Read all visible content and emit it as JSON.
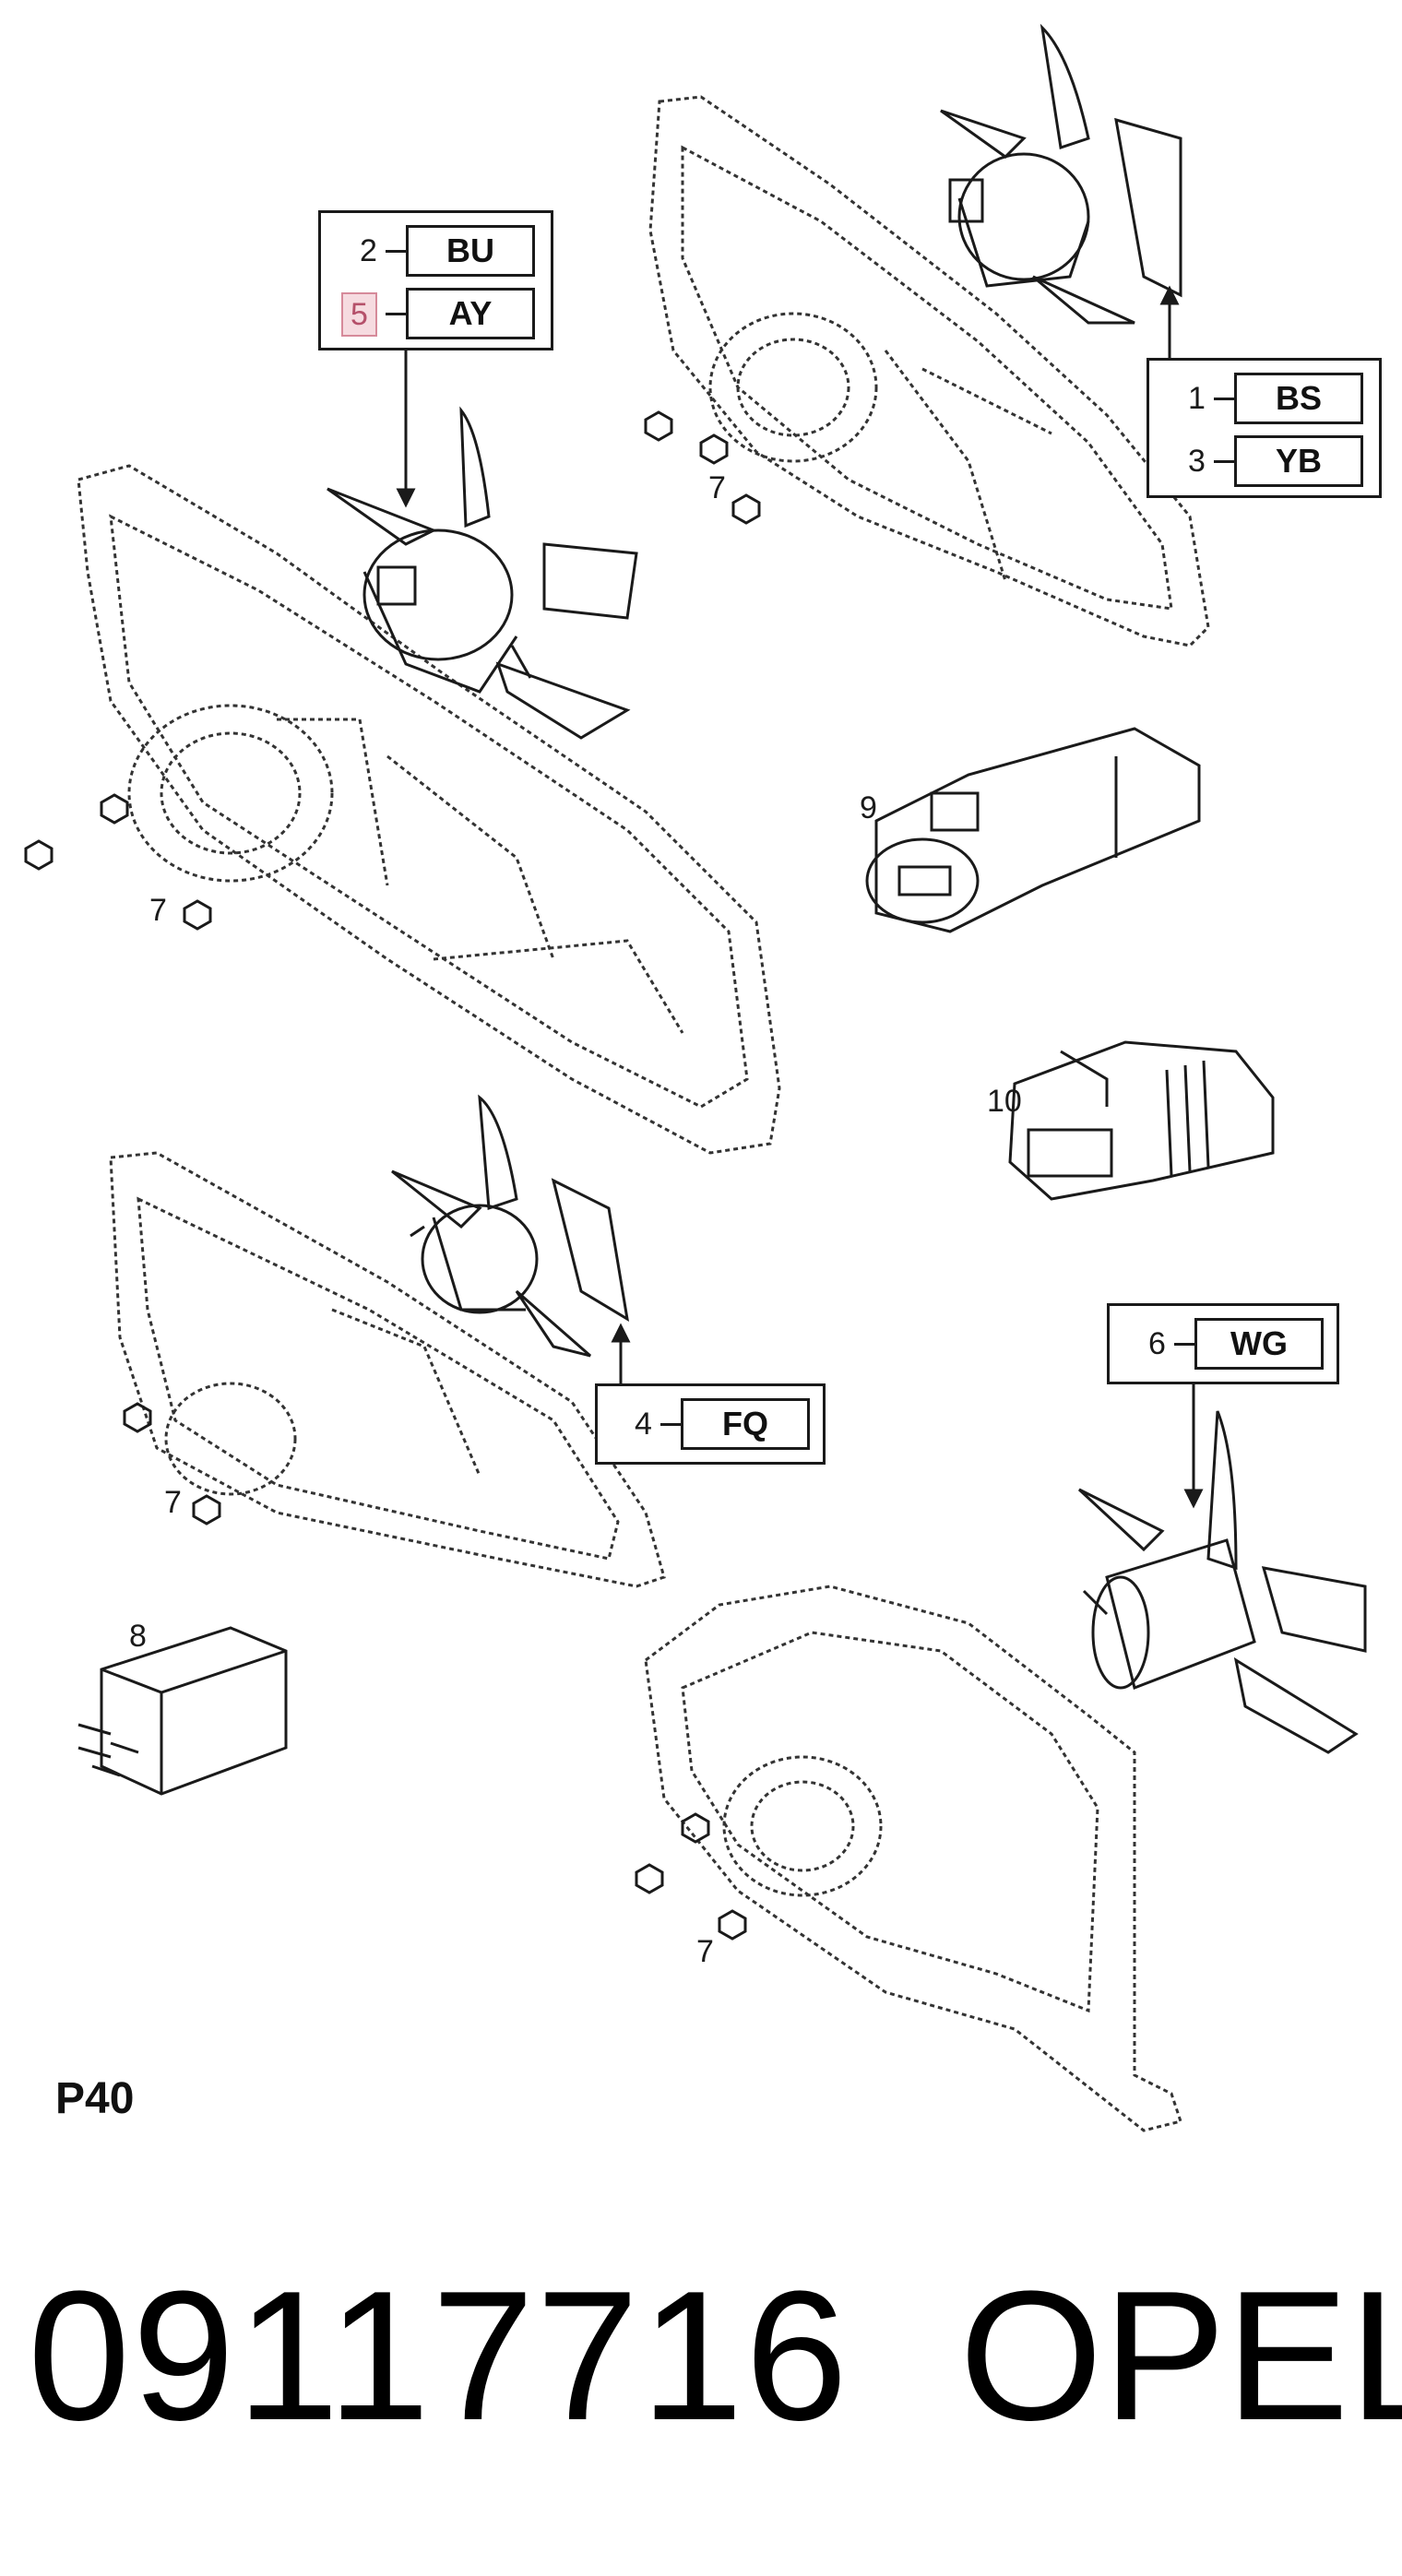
{
  "callouts": {
    "top_left": {
      "rows": [
        {
          "num": "2",
          "code": "BU"
        },
        {
          "num": "5",
          "code": "AY"
        }
      ]
    },
    "top_right": {
      "rows": [
        {
          "num": "1",
          "code": "BS"
        },
        {
          "num": "3",
          "code": "YB"
        }
      ]
    },
    "middle": {
      "rows": [
        {
          "num": "4",
          "code": "FQ"
        }
      ]
    },
    "bottom_right": {
      "rows": [
        {
          "num": "6",
          "code": "WG"
        }
      ]
    }
  },
  "item_labels": {
    "nut_a": "7",
    "nut_b": "7",
    "nut_c": "7",
    "nut_d": "7",
    "relay": "8",
    "connector_large": "9",
    "connector_small": "10"
  },
  "page_label": "P40",
  "part_number": "09117716",
  "brand": "OPEL",
  "colors": {
    "line": "#1a1a1a",
    "highlight_fill": "#f6dbe0",
    "highlight_border": "#d68a9a"
  }
}
